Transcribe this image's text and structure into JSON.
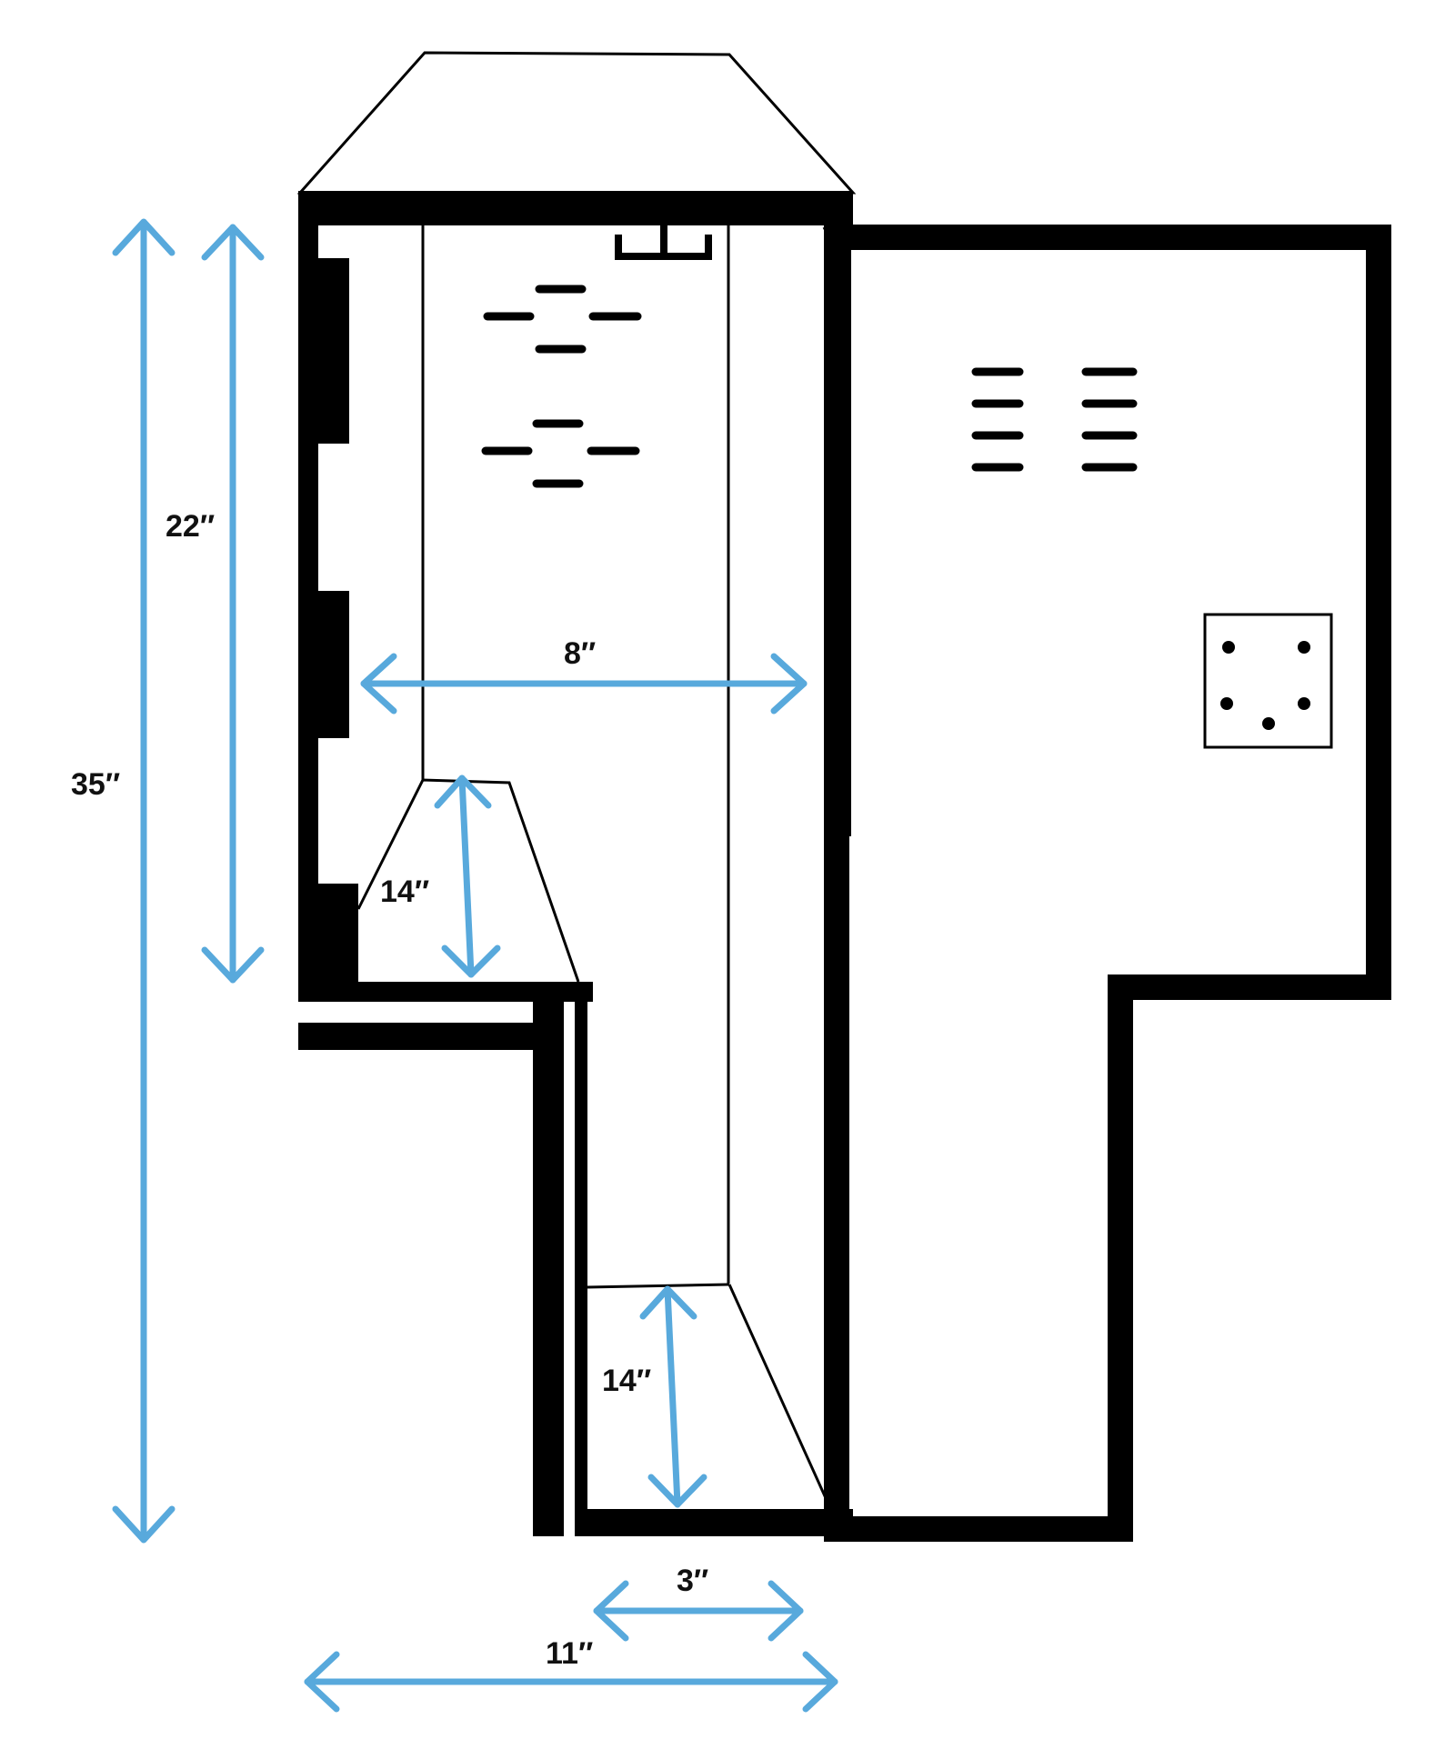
{
  "colors": {
    "outline": "#000000",
    "dimension": "#58a9dc",
    "background": "#ffffff"
  },
  "dimensions": {
    "total_height": "35″",
    "upper_height": "22″",
    "inner_width": "8″",
    "upper_shelf_height": "14″",
    "lower_shelf_height": "14″",
    "bottom_inner_width": "3″",
    "total_width": "11″"
  },
  "icons": [
    "vent-slots-icon",
    "lock-plate-icon",
    "hook-icon"
  ]
}
